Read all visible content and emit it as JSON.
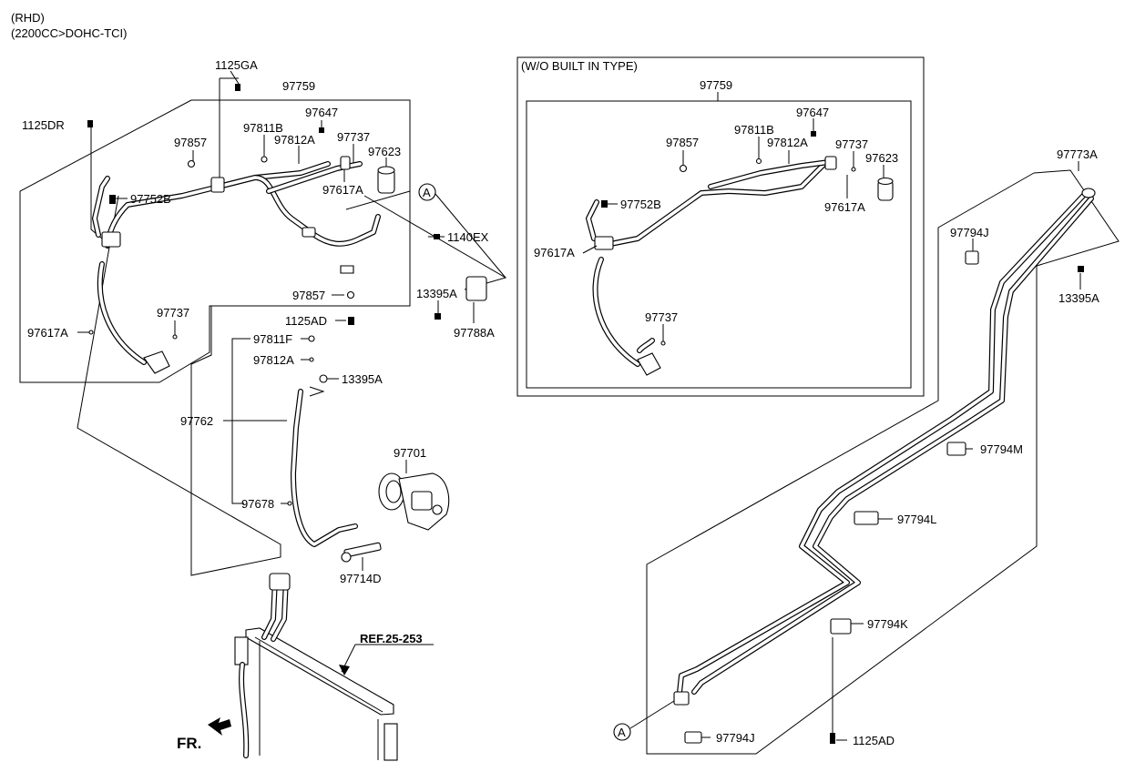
{
  "header": {
    "line1": "(RHD)",
    "line2": "(2200CC>DOHC-TCI)"
  },
  "inset": {
    "title": "(W/O BUILT IN TYPE)"
  },
  "ref_label": "REF.25-253",
  "fr_label": "FR.",
  "callout_a": "A",
  "labels": {
    "l_1125GA": "1125GA",
    "l_97759": "97759",
    "l_1125DR": "1125DR",
    "l_97811B": "97811B",
    "l_97647": "97647",
    "l_97857_top": "97857",
    "l_97812A_top": "97812A",
    "l_97737_top": "97737",
    "l_97623": "97623",
    "l_97752B": "97752B",
    "l_97617A_mid": "97617A",
    "l_1140EX": "1140EX",
    "l_97857_low": "97857",
    "l_13395A_mid": "13395A",
    "l_1125AD_mid": "1125AD",
    "l_97788A": "97788A",
    "l_97737_low": "97737",
    "l_97617A_left": "97617A",
    "l_97811F": "97811F",
    "l_97812A_low": "97812A",
    "l_13395A_low": "13395A",
    "l_97762": "97762",
    "l_97701": "97701",
    "l_97678": "97678",
    "l_97714D": "97714D",
    "i_97759": "97759",
    "i_97857": "97857",
    "i_97811B": "97811B",
    "i_97647": "97647",
    "i_97812A": "97812A",
    "i_97737_top": "97737",
    "i_97623": "97623",
    "i_97752B": "97752B",
    "i_97617A_right": "97617A",
    "i_97617A_left": "97617A",
    "i_97737_low": "97737",
    "r_97773A": "97773A",
    "r_97794J_top": "97794J",
    "r_13395A": "13395A",
    "r_97794M": "97794M",
    "r_97794L": "97794L",
    "r_97794K": "97794K",
    "r_97794J_low": "97794J",
    "r_1125AD": "1125AD"
  }
}
